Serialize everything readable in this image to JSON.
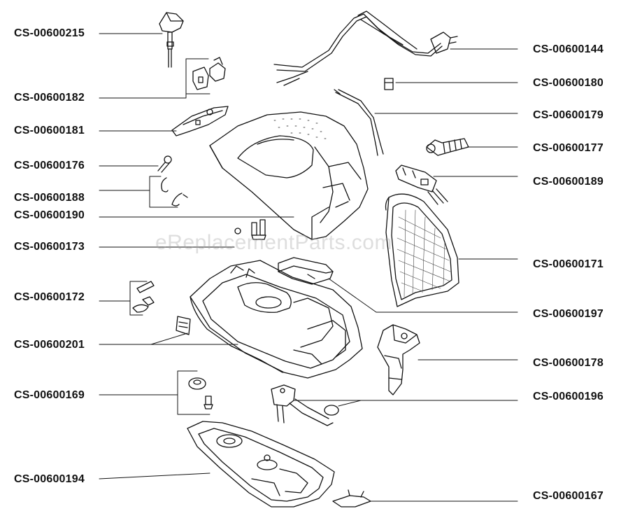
{
  "watermark": "eReplacementParts.com",
  "labels": {
    "left": [
      "CS-00600215",
      "CS-00600182",
      "CS-00600181",
      "CS-00600176",
      "CS-00600188",
      "CS-00600190",
      "CS-00600173",
      "CS-00600172",
      "CS-00600201",
      "CS-00600169",
      "CS-00600194"
    ],
    "right": [
      "CS-00600144",
      "CS-00600180",
      "CS-00600179",
      "CS-00600177",
      "CS-00600189",
      "CS-00600171",
      "CS-00600197",
      "CS-00600178",
      "CS-00600196",
      "CS-00600167"
    ]
  },
  "colors": {
    "line": "#111111",
    "label": "#111111",
    "watermark": "#a0a0a0"
  }
}
